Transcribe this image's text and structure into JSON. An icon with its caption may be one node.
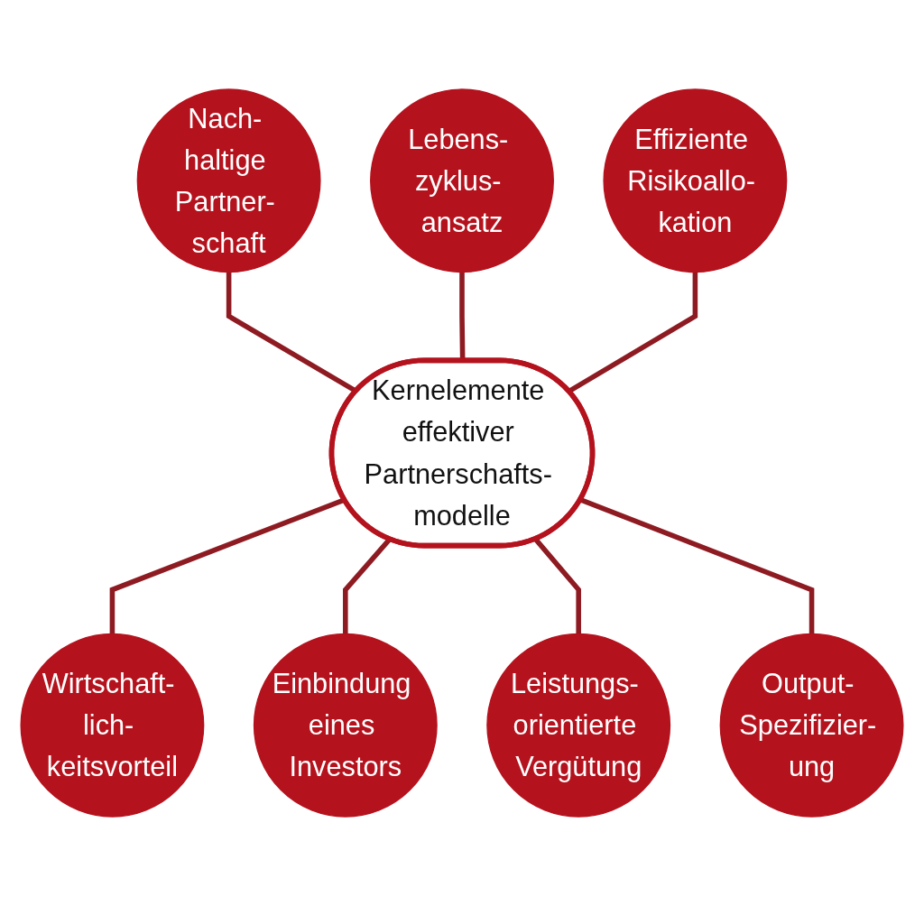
{
  "diagram": {
    "nodes": [
      {
        "text": [
          "Lebens- zyklus- ansatz"
        ]
      },
      {
        "text": [
          "Nach- haltige Partner- schaft"
        ]
      },
      {
        "text": [
          "Effiziente Risikoallo- kation"
        ]
      },
      {
        "text": [
          "Kernelemente effektiver Partnerschafts- modelle"
        ]
      },
      {
        "text": [
          "Wirtschaft- lich- keitsvorteil"
        ]
      },
      {
        "text": [
          "Output- Spezifizier- ung"
        ]
      },
      {
        "text": [
          "Einbindung eines Investors"
        ]
      },
      {
        "text": [
          "Leistungs- orientierte Vergütung"
        ]
      }
    ],
    "edges": [
      {
        "from": 1,
        "to": 3,
        "arrow": "none"
      },
      {
        "from": 0,
        "to": 3,
        "arrow": "none"
      },
      {
        "from": 2,
        "to": 3,
        "arrow": "none"
      },
      {
        "from": 3,
        "to": 4,
        "arrow": "none"
      },
      {
        "from": 3,
        "to": 6,
        "arrow": "none"
      },
      {
        "from": 3,
        "to": 7,
        "arrow": "none"
      },
      {
        "from": 3,
        "to": 5,
        "arrow": "none"
      }
    ]
  }
}
